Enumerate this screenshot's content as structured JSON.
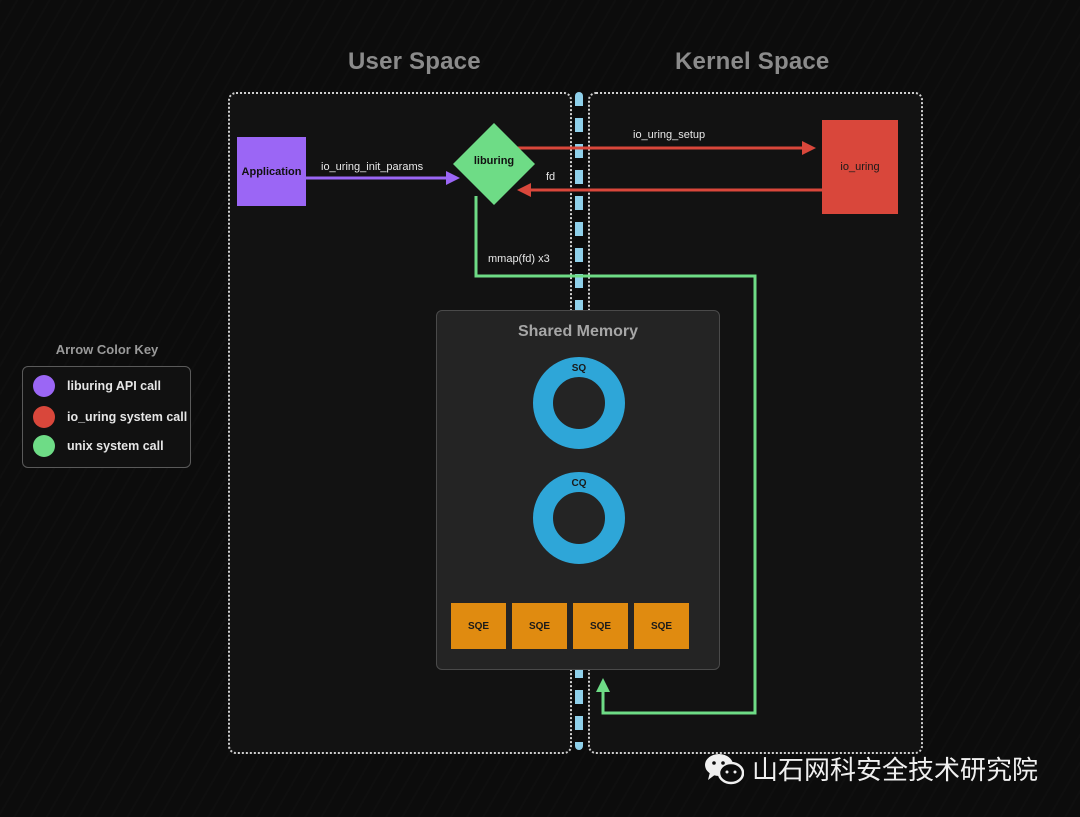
{
  "titles": {
    "user_space": "User Space",
    "kernel_space": "Kernel Space"
  },
  "nodes": {
    "application": "Application",
    "liburing": "liburing",
    "io_uring": "io_uring"
  },
  "edges": {
    "init_params": "io_uring_init_params",
    "setup": "io_uring_setup",
    "fd": "fd",
    "mmap": "mmap(fd) x3"
  },
  "shared_memory": {
    "title": "Shared Memory",
    "sq": "SQ",
    "cq": "CQ",
    "sqes": [
      "SQE",
      "SQE",
      "SQE",
      "SQE"
    ]
  },
  "legend": {
    "title": "Arrow Color Key",
    "items": [
      {
        "label": "liburing API call",
        "color": "#9b66f5"
      },
      {
        "label": "io_uring system call",
        "color": "#d9473b"
      },
      {
        "label": "unix system call",
        "color": "#6edc86"
      }
    ]
  },
  "colors": {
    "liburing_api": "#9b66f5",
    "io_uring_syscall": "#d9473b",
    "unix_syscall": "#6edc86",
    "ring": "#2ea6d8",
    "sqe": "#e08b10"
  },
  "watermark": {
    "text": "山石网科安全技术研究院",
    "icon": "wechat-icon"
  }
}
